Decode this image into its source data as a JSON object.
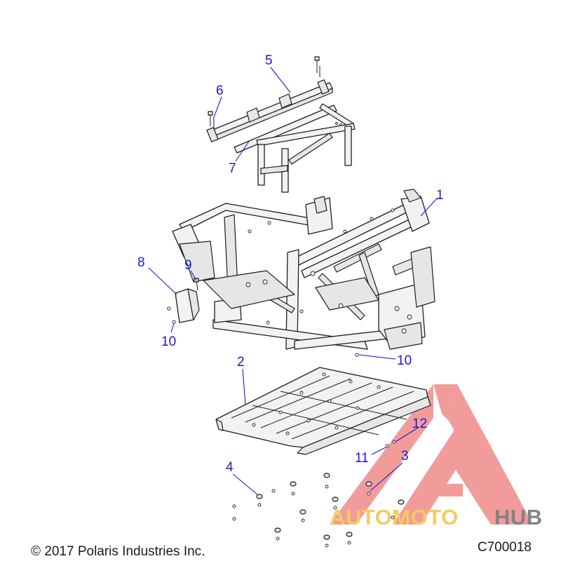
{
  "callouts": {
    "c1": "1",
    "c2": "2",
    "c3": "3",
    "c4": "4",
    "c5": "5",
    "c6": "6",
    "c7": "7",
    "c8": "8",
    "c9": "9",
    "c10a": "10",
    "c10b": "10",
    "c11": "11",
    "c12": "12"
  },
  "footer": {
    "copyright": "© 2017 Polaris Industries Inc.",
    "diagram_code": "C700018"
  },
  "watermark": {
    "brand_part1": "AUTOMOTO",
    "brand_part2": "HUB",
    "color_primary": "#f08a8a",
    "color_accent": "#f5c04a",
    "color_dark": "#6e6e6e"
  },
  "colors": {
    "callout": "#1a1acc",
    "line_art": "#1e1e1e"
  }
}
